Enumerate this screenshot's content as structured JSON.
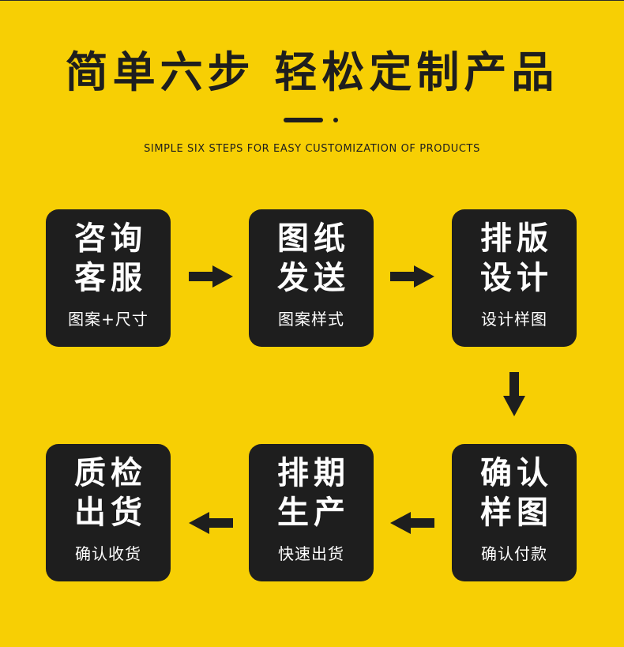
{
  "header": {
    "title": "简单六步 轻松定制产品",
    "subtitle": "SIMPLE SIX STEPS FOR EASY CUSTOMIZATION OF PRODUCTS"
  },
  "steps": [
    {
      "title_line1": "咨询",
      "title_line2": "客服",
      "desc": "图案+尺寸"
    },
    {
      "title_line1": "图纸",
      "title_line2": "发送",
      "desc": "图案样式"
    },
    {
      "title_line1": "排版",
      "title_line2": "设计",
      "desc": "设计样图"
    },
    {
      "title_line1": "确认",
      "title_line2": "样图",
      "desc": "确认付款"
    },
    {
      "title_line1": "排期",
      "title_line2": "生产",
      "desc": "快速出货"
    },
    {
      "title_line1": "质检",
      "title_line2": "出货",
      "desc": "确认收货"
    }
  ],
  "colors": {
    "background": "#f7cf04",
    "card": "#1e1e1e",
    "card_text": "#ffffff"
  },
  "icons": {
    "arrow_right": "arrow-right-icon",
    "arrow_down": "arrow-down-icon",
    "arrow_left": "arrow-left-icon"
  }
}
